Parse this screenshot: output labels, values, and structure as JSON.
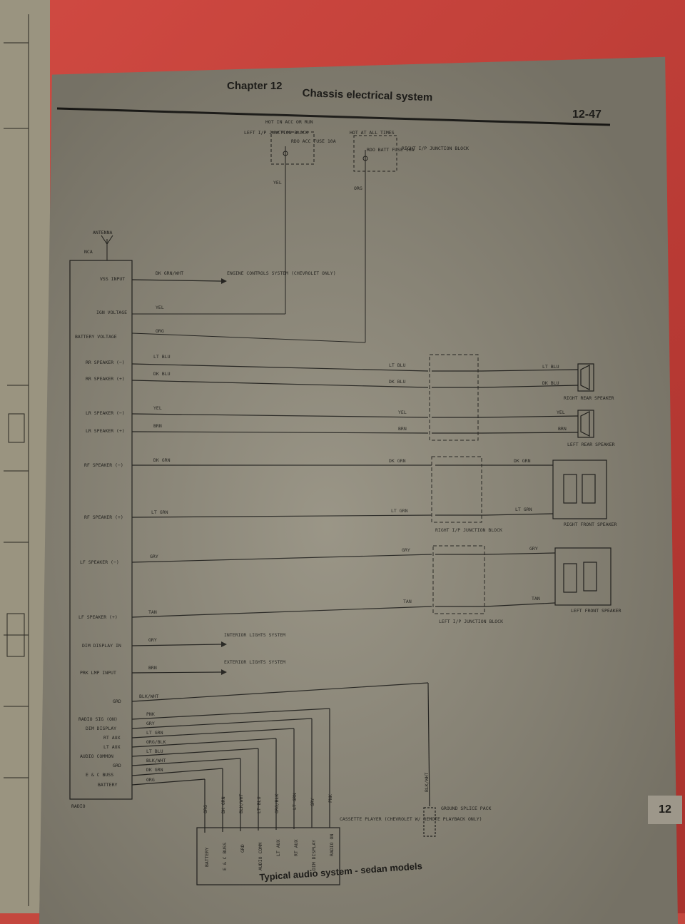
{
  "header": {
    "chapter": "Chapter 12",
    "title": "Chassis electrical system",
    "page_number": "12-47"
  },
  "tab_number": "12",
  "caption": "Typical audio system - sedan models",
  "fuses": {
    "left": {
      "hot": "HOT IN ACC OR RUN",
      "block": "LEFT I/P JUNCTION BLOCK",
      "fuse": "RDO ACC FUSE 10A",
      "wire": "YEL"
    },
    "right": {
      "hot": "HOT AT ALL TIMES",
      "block": "RIGHT I/P JUNCTION BLOCK",
      "fuse": "RDO BATT FUSE 10A",
      "wire": "ORG"
    }
  },
  "radio": {
    "antenna": "ANTENNA",
    "nca": "NCA",
    "name": "RADIO",
    "pins": [
      {
        "label": "VSS INPUT",
        "wire": "DK GRN/WHT"
      },
      {
        "label": "IGN VOLTAGE",
        "wire": "YEL"
      },
      {
        "label": "BATTERY VOLTAGE",
        "wire": "ORG"
      },
      {
        "label": "RR SPEAKER (−)",
        "wire": "LT BLU"
      },
      {
        "label": "RR SPEAKER (+)",
        "wire": "DK BLU"
      },
      {
        "label": "LR SPEAKER (−)",
        "wire": "YEL"
      },
      {
        "label": "LR SPEAKER (+)",
        "wire": "BRN"
      },
      {
        "label": "RF SPEAKER (−)",
        "wire": "DK GRN"
      },
      {
        "label": "RF SPEAKER (+)",
        "wire": "LT GRN"
      },
      {
        "label": "LF SPEAKER (−)",
        "wire": "GRY"
      },
      {
        "label": "LF SPEAKER (+)",
        "wire": "TAN"
      },
      {
        "label": "DIM DISPLAY IN",
        "wire": "GRY"
      },
      {
        "label": "PRK LMP INPUT",
        "wire": "BRN"
      },
      {
        "label": "GRD",
        "wire": "BLK/WHT"
      }
    ],
    "bus_pins": [
      {
        "label": "RADIO SIG (ON)",
        "wire": "PNK"
      },
      {
        "label": "DIM DISPLAY",
        "wire": "GRY"
      },
      {
        "label": "RT AUX",
        "wire": "LT GRN"
      },
      {
        "label": "LT AUX",
        "wire": "ORG/BLK"
      },
      {
        "label": "AUDIO COMMON",
        "wire": "LT BLU"
      },
      {
        "label": "GRD",
        "wire": "BLK/WHT"
      },
      {
        "label": "E & C BUSS",
        "wire": "DK GRN"
      },
      {
        "label": "BATTERY",
        "wire": "ORG"
      }
    ]
  },
  "destinations": {
    "engine": "ENGINE CONTROLS SYSTEM (CHEVROLET ONLY)",
    "interior": "INTERIOR LIGHTS SYSTEM",
    "exterior": "EXTERIOR LIGHTS SYSTEM",
    "ground": "GROUND SPLICE PACK",
    "ground_wire": "BLK/WHT"
  },
  "speakers": {
    "right_rear": "RIGHT REAR SPEAKER",
    "left_rear": "LEFT REAR SPEAKER",
    "right_front": "RIGHT FRONT SPEAKER",
    "left_front": "LEFT FRONT SPEAKER"
  },
  "junctions": {
    "right": "RIGHT I/P JUNCTION BLOCK",
    "left": "LEFT I/P JUNCTION BLOCK"
  },
  "cassette": {
    "title": "CASSETTE PLAYER (CHEVROLET W/ REMOTE PLAYBACK ONLY)",
    "pins": [
      "BATTERY",
      "E & C BUSS",
      "GRD",
      "AUDIO COMM",
      "LT AUX",
      "RT AUX",
      "DIM DISPLAY",
      "RADIO ON"
    ],
    "wires": [
      "ORG",
      "DK GRN",
      "BLK/WHT",
      "LT BLU",
      "ORG/BLK",
      "LT GRN",
      "GRY",
      "PNK"
    ]
  }
}
